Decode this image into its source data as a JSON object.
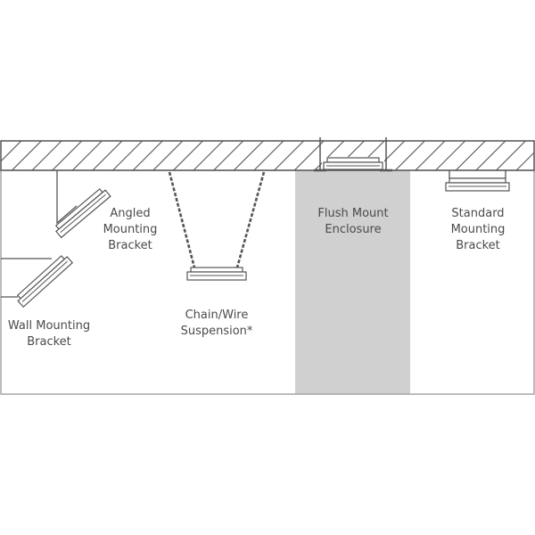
{
  "labels": {
    "angled": [
      "Angled",
      "Mounting",
      "Bracket"
    ],
    "wall": [
      "Wall Mounting",
      "Bracket"
    ],
    "chain": [
      "Chain/Wire",
      "Suspension*"
    ],
    "flush": [
      "Flush Mount",
      "Enclosure"
    ],
    "standard": [
      "Standard",
      "Mounting",
      "Bracket"
    ]
  },
  "colors": {
    "line": "#555555",
    "text": "#4a4a4a",
    "flush_bg": "#d0d0d1",
    "frame": "#a6a6a6"
  }
}
